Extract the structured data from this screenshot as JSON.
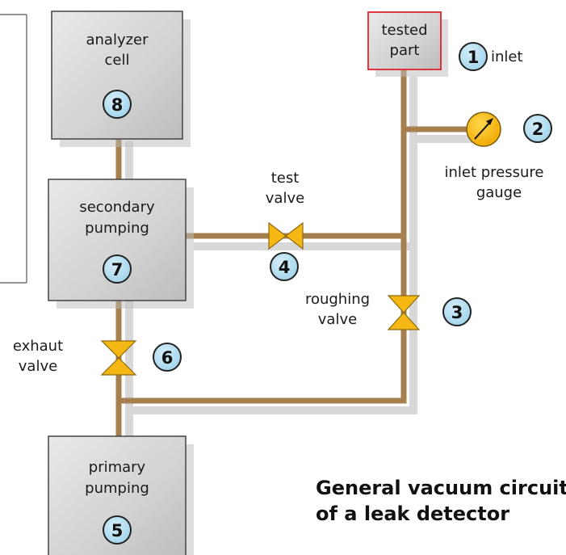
{
  "colors": {
    "pipe": "#a5804e",
    "pipe_shadow": "#cfcfcf",
    "valve_fill": "#f4b713",
    "valve_stroke": "#8c6a10",
    "badge_fill": "#a8d8ee",
    "badge_stroke": "#222222",
    "box_stroke": "#444444",
    "tested_part_border": "#e0242d"
  },
  "components": {
    "analyzer_cell": {
      "line1": "analyzer",
      "line2": "cell",
      "number": "8"
    },
    "secondary_pumping": {
      "line1": "secondary",
      "line2": "pumping",
      "number": "7"
    },
    "primary_pumping": {
      "line1": "primary",
      "line2": "pumping",
      "number": "5"
    },
    "tested_part": {
      "line1": "tested",
      "line2": "part",
      "number": "1",
      "side_label": "inlet"
    }
  },
  "valves": {
    "test_valve": {
      "line1": "test",
      "line2": "valve",
      "number": "4"
    },
    "roughing_valve": {
      "line1": "roughing",
      "line2": "valve",
      "number": "3"
    },
    "exhaust_valve": {
      "line1": "exhaut",
      "line2": "valve",
      "number": "6"
    }
  },
  "gauge": {
    "line1": "inlet pressure",
    "line2": "gauge",
    "number": "2",
    "icon": "pressure-gauge-icon"
  },
  "caption": {
    "line1": "General vacuum circuit",
    "line2": "of a leak detector"
  }
}
